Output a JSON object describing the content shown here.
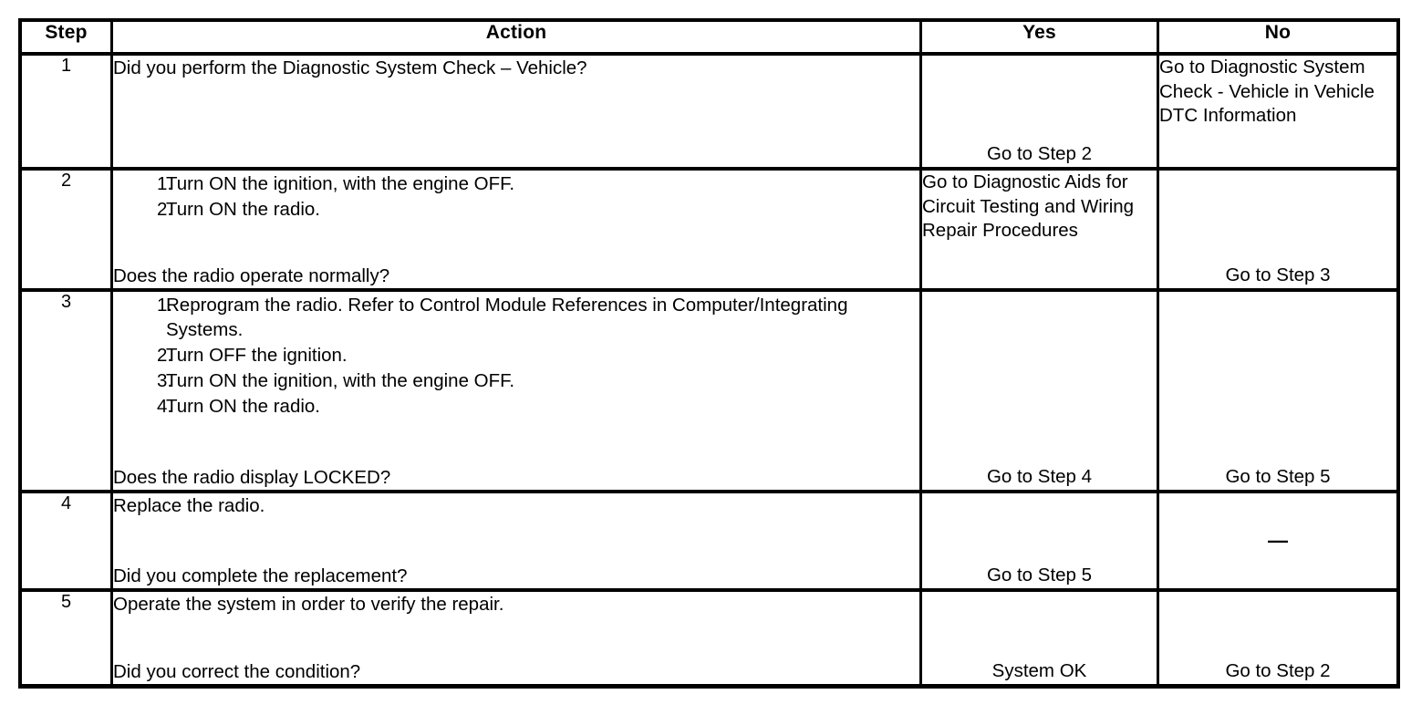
{
  "document": {
    "type": "diagnostic-procedure-table",
    "columns": [
      "Step",
      "Action",
      "Yes",
      "No"
    ]
  },
  "table": {
    "headers": {
      "step": "Step",
      "action": "Action",
      "yes": "Yes",
      "no": "No"
    },
    "rows": [
      {
        "step": "1",
        "action": {
          "lead": "Did you perform the Diagnostic System Check – Vehicle?",
          "list": [],
          "question": ""
        },
        "yes": "Go to Step 2",
        "yes_style": "single",
        "no": "Go to Diagnostic System Check - Vehicle in Vehicle DTC Information",
        "no_style": "block"
      },
      {
        "step": "2",
        "action": {
          "lead": "",
          "list": [
            {
              "num": "1.",
              "text": "Turn ON the ignition, with the engine OFF."
            },
            {
              "num": "2.",
              "text": "Turn ON the radio."
            }
          ],
          "question": "Does the radio operate normally?"
        },
        "yes": "Go to Diagnostic Aids for Circuit Testing and Wiring Repair Procedures",
        "yes_style": "block",
        "no": "Go to Step 3",
        "no_style": "single"
      },
      {
        "step": "3",
        "action": {
          "lead": "",
          "list": [
            {
              "num": "1.",
              "text": "Reprogram the radio. Refer to Control Module References in Computer/Integrating Systems."
            },
            {
              "num": "2.",
              "text": "Turn OFF the ignition."
            },
            {
              "num": "3.",
              "text": "Turn ON the ignition, with the engine OFF."
            },
            {
              "num": "4.",
              "text": "Turn ON the radio."
            }
          ],
          "question": "Does the radio display LOCKED?"
        },
        "yes": "Go to Step 4",
        "yes_style": "single",
        "no": "Go to Step 5",
        "no_style": "single"
      },
      {
        "step": "4",
        "action": {
          "lead": "Replace the radio.",
          "list": [],
          "question": "Did you complete the replacement?"
        },
        "yes": "Go to Step 5",
        "yes_style": "single",
        "no": "—",
        "no_style": "dash"
      },
      {
        "step": "5",
        "action": {
          "lead": "Operate the system in order to verify the repair.",
          "list": [],
          "question": "Did you correct the condition?"
        },
        "yes": "System OK",
        "yes_style": "single",
        "no": "Go to Step 2",
        "no_style": "single"
      }
    ]
  }
}
